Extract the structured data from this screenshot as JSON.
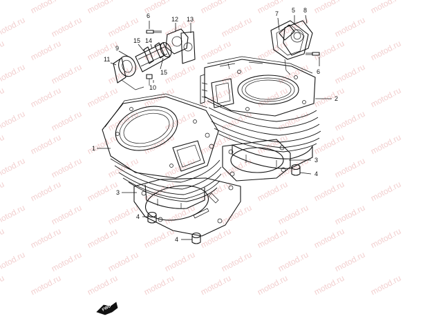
{
  "watermark": {
    "text": "motod.ru",
    "color": "#f2cfcf"
  },
  "callouts": {
    "c1": "1",
    "c2": "2",
    "c3a": "3",
    "c3b": "3",
    "c4a": "4",
    "c4b": "4",
    "c4c": "4",
    "c5": "5",
    "c6a": "6",
    "c6b": "6",
    "c7": "7",
    "c8": "8",
    "c9": "9",
    "c10": "10",
    "c11": "11",
    "c12": "12",
    "c13": "13",
    "c14": "14",
    "c15a": "15",
    "c15b": "15"
  },
  "fwd_badge": {
    "label": "FWD",
    "icon": "arrow-fwd-icon"
  }
}
